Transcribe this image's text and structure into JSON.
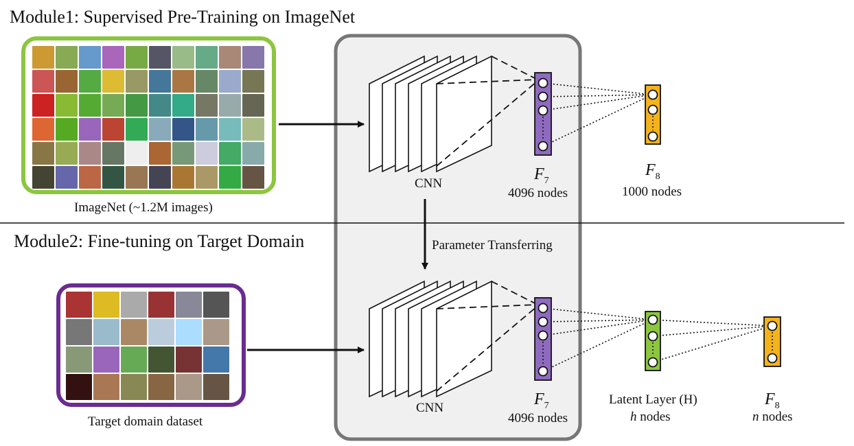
{
  "module1": {
    "title": "Module1: Supervised Pre-Training on ImageNet"
  },
  "module2": {
    "title": "Module2: Fine-tuning on Target Domain"
  },
  "imagenet": {
    "caption": "ImageNet (~1.2M images)",
    "border_color": "#8cc63f"
  },
  "target": {
    "caption": "Target domain dataset",
    "border_color": "#6a2c91"
  },
  "cnn": {
    "label_top": "CNN",
    "label_bottom": "CNN"
  },
  "transfer": {
    "label": "Parameter Transferring"
  },
  "layers": {
    "f7_top": {
      "name": "F",
      "sub": "7",
      "nodes": "4096 nodes",
      "color": "#8e6bbf"
    },
    "f8_top": {
      "name": "F",
      "sub": "8",
      "nodes": "1000 nodes",
      "color": "#f5b31b"
    },
    "f7_bottom": {
      "name": "F",
      "sub": "7",
      "nodes": "4096 nodes",
      "color": "#8e6bbf"
    },
    "latent": {
      "name": "Latent Layer (H)",
      "nodes_var": "h",
      "nodes_suffix": " nodes",
      "color": "#8cc63f"
    },
    "f8_bottom": {
      "name": "F",
      "sub": "8",
      "nodes_var": "n",
      "nodes_suffix": " nodes",
      "color": "#f5b31b"
    }
  },
  "colors": {
    "gray_panel": "#f0f0f0",
    "gray_border": "#777777"
  }
}
